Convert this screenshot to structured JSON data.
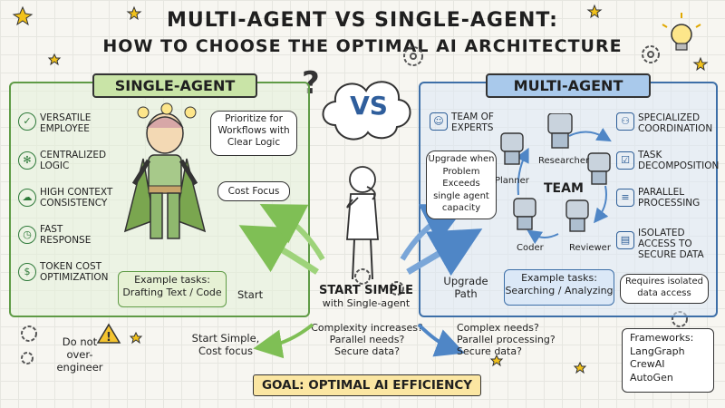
{
  "title": {
    "line1": "MULTI-AGENT VS SINGLE-AGENT:",
    "line2": "HOW TO CHOOSE THE OPTIMAL AI ARCHITECTURE"
  },
  "vs_label": "VS",
  "single": {
    "banner": "SINGLE-AGENT",
    "features": [
      {
        "icon": "person-check-icon",
        "lines": [
          "VERSATILE",
          "EMPLOYEE"
        ]
      },
      {
        "icon": "hub-icon",
        "lines": [
          "CENTRALIZED",
          "LOGIC"
        ]
      },
      {
        "icon": "brain-icon",
        "lines": [
          "HIGH CONTEXT",
          "CONSISTENCY"
        ]
      },
      {
        "icon": "stopwatch-icon",
        "lines": [
          "FAST",
          "RESPONSE"
        ]
      },
      {
        "icon": "dollar-coin-icon",
        "lines": [
          "TOKEN COST",
          "OPTIMIZATION"
        ]
      }
    ],
    "bubble_workflow": [
      "Prioritize for",
      "Workflows with",
      "Clear Logic"
    ],
    "bubble_cost": "Cost Focus",
    "example_title": "Example tasks:",
    "example_text": "Drafting Text / Code",
    "start_label": "Start"
  },
  "multi": {
    "banner": "MULTI-AGENT",
    "team_of_experts": [
      "TEAM OF",
      "EXPERTS"
    ],
    "features": [
      {
        "icon": "network-icon",
        "lines": [
          "SPECIALIZED",
          "COORDINATION"
        ]
      },
      {
        "icon": "checklist-icon",
        "lines": [
          "TASK",
          "DECOMPOSITION"
        ]
      },
      {
        "icon": "parallel-bars-icon",
        "lines": [
          "PARALLEL",
          "PROCESSING"
        ]
      },
      {
        "icon": "database-lock-icon",
        "lines": [
          "ISOLATED",
          "ACCESS TO",
          "SECURE DATA"
        ]
      }
    ],
    "upgrade_bubble": [
      "Upgrade when",
      "Problem",
      "Exceeds",
      "single agent",
      "capacity"
    ],
    "team_label": "TEAM",
    "roles": {
      "researcher": "Researcher",
      "planner": "Planner",
      "coder": "Coder",
      "reviewer": "Reviewer"
    },
    "example_title": "Example tasks:",
    "example_text": "Searching / Analyzing",
    "requires": [
      "Requires isolated",
      "data access"
    ],
    "upgrade_path": [
      "Upgrade",
      "Path"
    ]
  },
  "center": {
    "start_simple": "START SIMPLE",
    "with_single": "with Single-agent",
    "questions": [
      "Complexity increases?",
      "Parallel needs?",
      "Secure data?"
    ]
  },
  "bottom": {
    "do_not": [
      "Do not",
      "over-engineer"
    ],
    "start_simple_cost": [
      "Start Simple,",
      "Cost focus"
    ],
    "complex_needs": [
      "Complex needs?",
      "Parallel processing?",
      "Secure data?"
    ],
    "frameworks": [
      "Frameworks:",
      "LangGraph",
      "CrewAI",
      "AutoGen"
    ],
    "goal": "GOAL: OPTIMAL AI EFFICIENCY"
  },
  "colors": {
    "single_accent": "#5f9b46",
    "multi_accent": "#3d6fa8",
    "goal_fill": "#fbe6a2",
    "star": "#f2c21b"
  }
}
